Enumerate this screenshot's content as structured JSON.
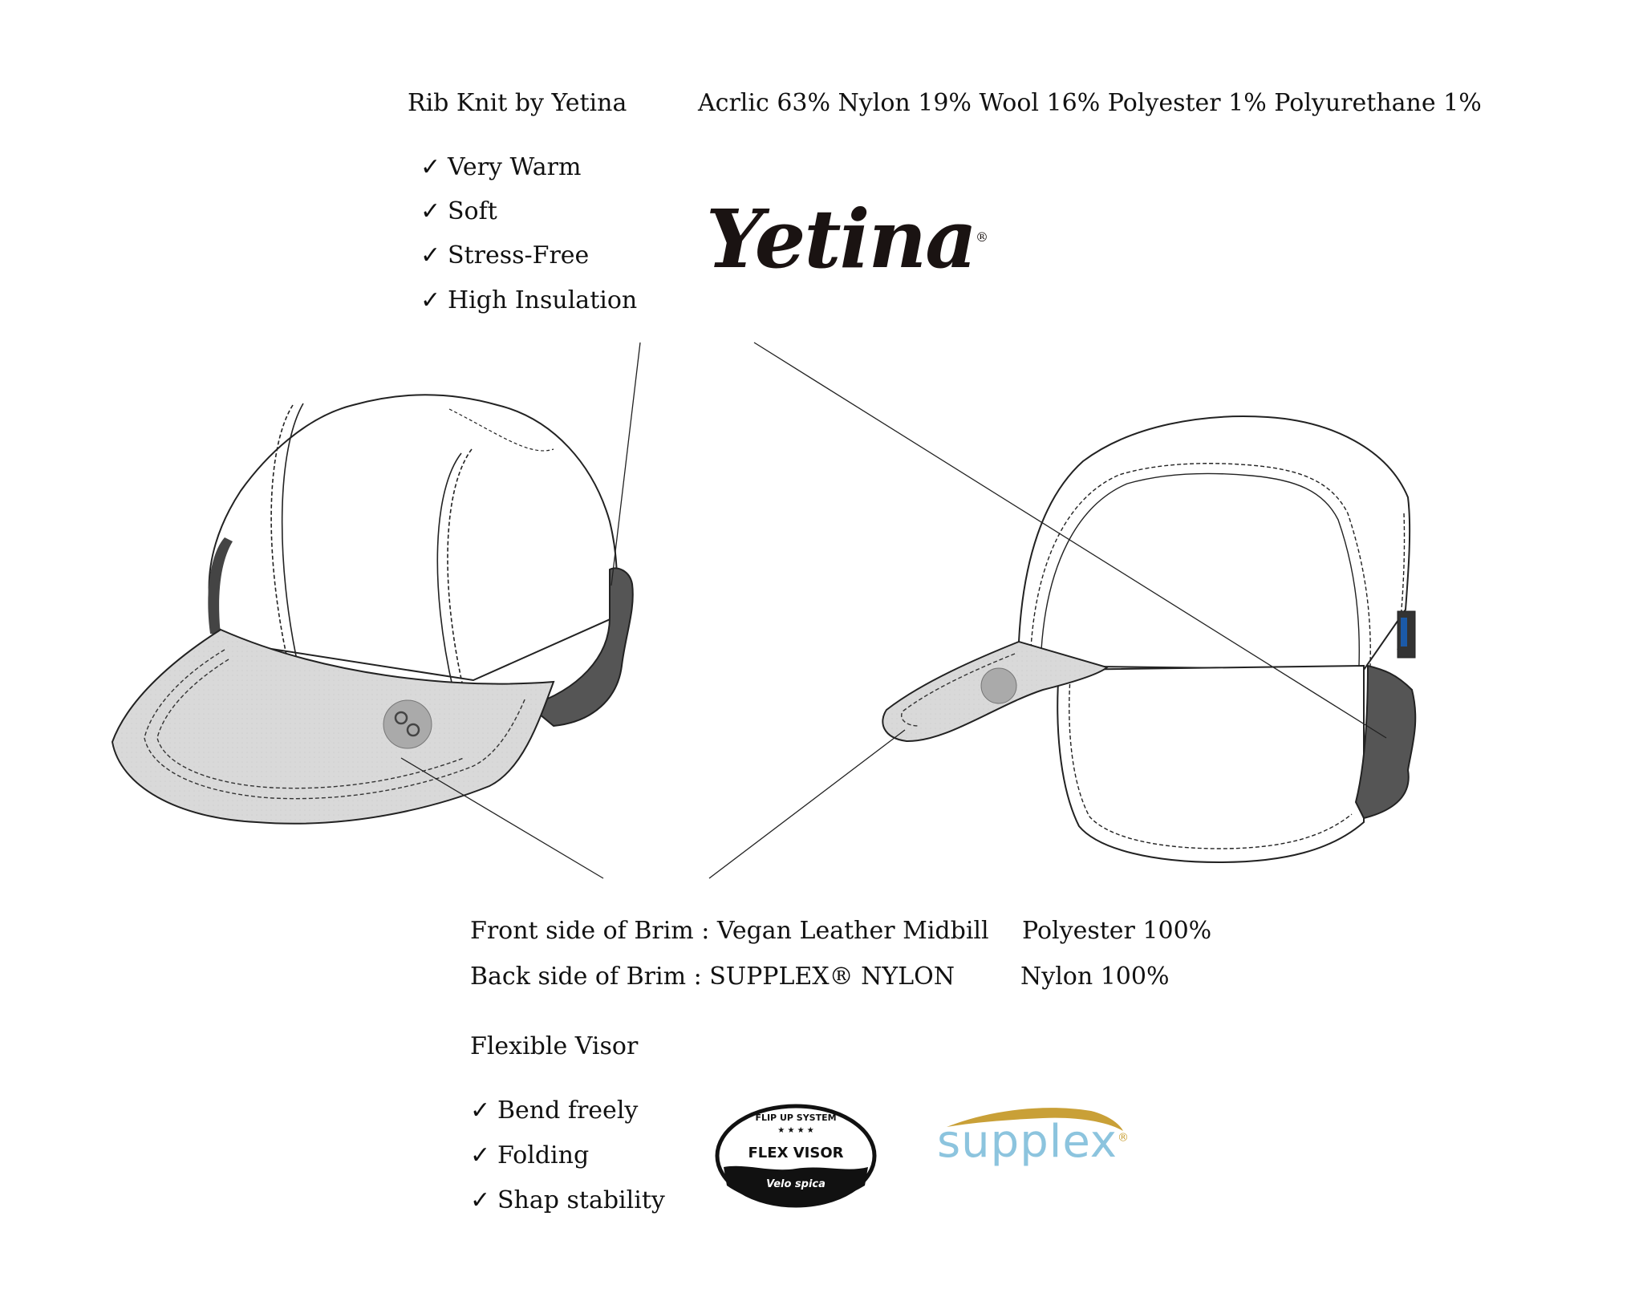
{
  "header": {
    "fabric_title": "Rib Knit  by  Yetina",
    "composition": "Acrlic 63%  Nylon 19%  Wool 16%  Polyester 1%  Polyurethane  1%"
  },
  "fabric_features": [
    "Very Warm",
    "Soft",
    "Stress-Free",
    "High Insulation"
  ],
  "brand_logo": {
    "text": "Yetina",
    "mark": "®"
  },
  "brim": {
    "front_label": "Front side of Brim  :  Vegan Leather Midbill",
    "front_material": "Polyester  100%",
    "back_label": "Back side of Brim  :  SUPPLEX® NYLON",
    "back_material": "Nylon  100%"
  },
  "visor": {
    "title": "Flexible Visor",
    "features": [
      "Bend freely",
      "Folding",
      "Shap stability"
    ]
  },
  "flex_visor_badge": {
    "top_text": "FLIP UP SYSTEM",
    "main_text": "FLEX VISOR",
    "bottom_text": "Velo spica"
  },
  "supplex_logo": {
    "text": "supplex",
    "mark": "®"
  },
  "check_icon": "checkmark-icon",
  "colors": {
    "brim_gray": "#d8d8d8",
    "ear_flap": "#555555",
    "supplex_blue": "#8cc4de",
    "supplex_gold": "#c9a037"
  }
}
